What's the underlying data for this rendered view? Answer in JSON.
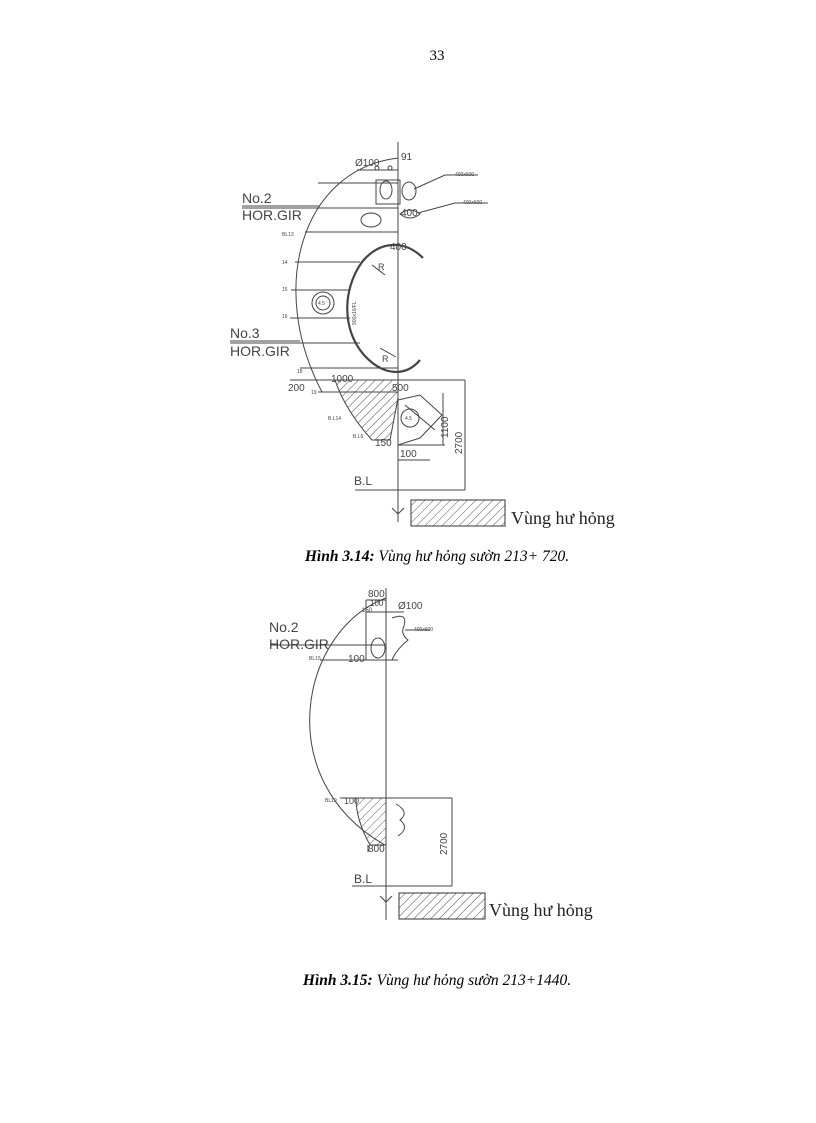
{
  "page_number": "33",
  "figure1": {
    "caption_label": "Hình  3.14:",
    "caption_text": " Vùng hư hỏng sườn 213+ 720.",
    "labels": {
      "phi100": "Ø100",
      "d91": "91",
      "cutout_top": "400x600",
      "cutout_mid": "400x600",
      "no2": "No.2",
      "hor_gir_2": "HOR.GIR",
      "d400_a": "400",
      "d400_b": "400",
      "bl13": "BL13",
      "n14": "14",
      "n15": "15",
      "n16": "16",
      "no3": "No.3",
      "hor_gir_3": "HOR.GIR",
      "n18": "18",
      "n19": "19",
      "d200": "200",
      "d1000": "1000",
      "d500": "500",
      "bl14": "B.L14",
      "bl6": "B.L6",
      "d150": "150",
      "d100": "100",
      "d1100": "1100",
      "d2700": "2700",
      "bl": "B.L",
      "r1": "R",
      "r2": "R",
      "c45a": "4.5",
      "c45b": "4.5",
      "web": "900x10/FL"
    },
    "legend": "Vùng hư hỏng"
  },
  "figure2": {
    "caption_label": "Hình  3.15:",
    "caption_text": " Vùng hư hỏng sườn 213+1440.",
    "labels": {
      "d800_top": "800",
      "d100_top": "100",
      "d150_top": "150",
      "phi100": "Ø100",
      "cutout": "400x600",
      "no2": "No.2",
      "hor_gir": "HOR.GIR",
      "bl15": "BL15",
      "d100_mid": "100",
      "bl19": "BL19",
      "d100_low": "100",
      "d2700": "2700",
      "d800_low": "800",
      "bl": "B.L"
    },
    "legend": "Vùng hư hỏng"
  },
  "colors": {
    "line": "#444444",
    "hatch": "#555555"
  }
}
